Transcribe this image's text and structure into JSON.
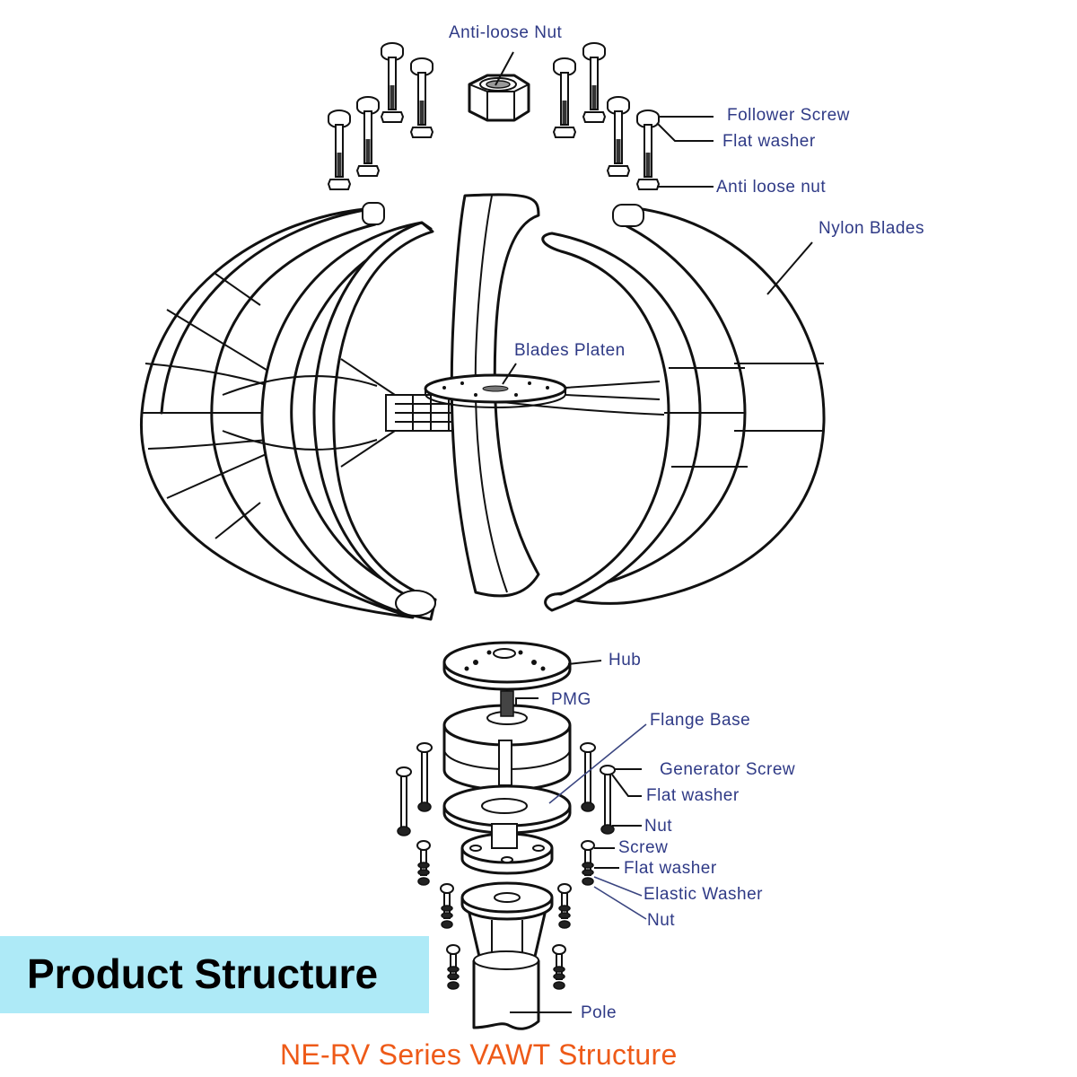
{
  "title": "Product Structure",
  "subtitle": "NE-RV Series VAWT Structure",
  "colors": {
    "label_text": "#2f3a86",
    "title_background": "#aeeaf7",
    "title_text": "#000000",
    "subtitle_text": "#ee5a18"
  },
  "labels": {
    "anti_loose_nut_top": "Anti-loose Nut",
    "follower_screw": "Follower Screw",
    "flat_washer_top": "Flat washer",
    "anti_loose_nut_side": "Anti loose nut",
    "nylon_blades": "Nylon Blades",
    "blades_platen": "Blades Platen",
    "hub": "Hub",
    "pmg": "PMG",
    "flange_base": "Flange Base",
    "generator_screw": "Generator Screw",
    "flat_washer_generator": "Flat washer",
    "nut_generator": "Nut",
    "screw_base": "Screw",
    "flat_washer_base": "Flat washer",
    "elastic_washer": "Elastic Washer",
    "nut_base": "Nut",
    "pole": "Pole"
  }
}
